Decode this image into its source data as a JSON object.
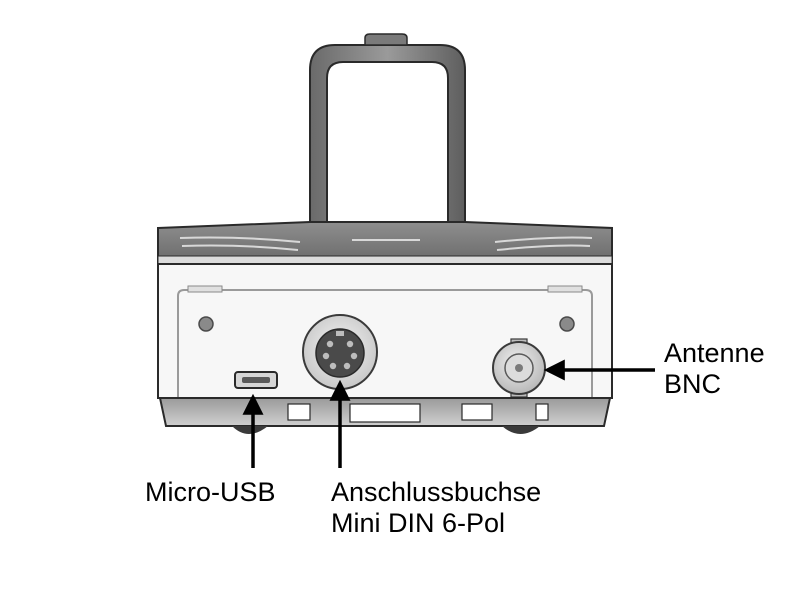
{
  "callouts": {
    "antenna": {
      "line1": "Antenne",
      "line2": "BNC",
      "icon": "arrow-left-icon"
    },
    "usb": {
      "line1": "Micro-USB",
      "icon": "arrow-up-icon"
    },
    "din": {
      "line1": "Anschlussbuchse",
      "line2": "Mini DIN 6-Pol",
      "icon": "arrow-up-icon"
    }
  },
  "colors": {
    "housing_dark": "#5b5b5b",
    "housing_mid": "#8c8c8c",
    "housing_light": "#e6e6e6",
    "panel": "#f7f7f7",
    "outline": "#2a2a2a",
    "arrow": "#000000"
  }
}
